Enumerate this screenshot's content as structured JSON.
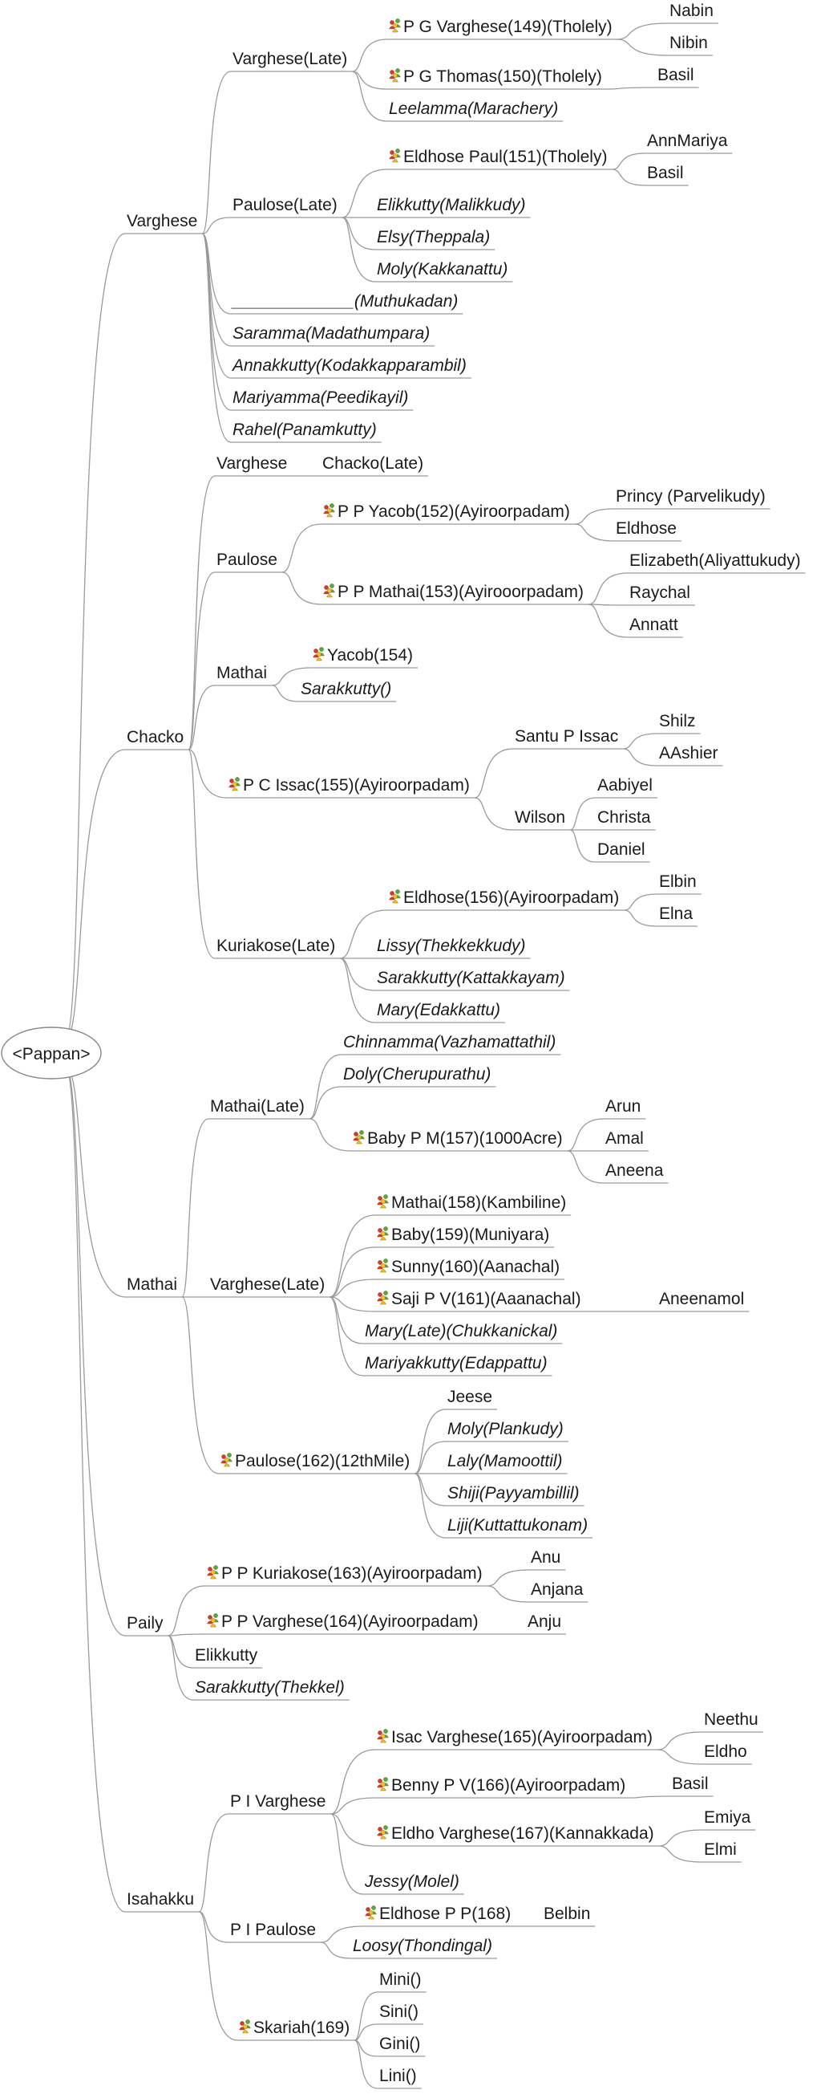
{
  "root": "<Pappan>",
  "colors": {
    "line": "#9a9a9a",
    "text": "#1a1a1a",
    "icon_red": "#d9382e",
    "icon_green": "#4caf3c",
    "icon_yellow": "#f2c21b"
  },
  "nodes": [
    {
      "id": "n_varghese",
      "parent": "root",
      "label": "Varghese"
    },
    {
      "id": "n_v_vargheselate",
      "parent": "n_varghese",
      "label": "Varghese(Late)"
    },
    {
      "id": "n_pgvarghese",
      "parent": "n_v_vargheselate",
      "label": "P G Varghese(149)(Tholely)",
      "icon": "family-icon"
    },
    {
      "id": "n_nabin",
      "parent": "n_pgvarghese",
      "label": "Nabin"
    },
    {
      "id": "n_nibin",
      "parent": "n_pgvarghese",
      "label": "Nibin"
    },
    {
      "id": "n_pgthomas",
      "parent": "n_v_vargheselate",
      "label": "P G Thomas(150)(Tholely)",
      "icon": "family-icon"
    },
    {
      "id": "n_basil1",
      "parent": "n_pgthomas",
      "label": "Basil"
    },
    {
      "id": "n_leelamma",
      "parent": "n_v_vargheselate",
      "label": "Leelamma(Marachery)",
      "italic": true
    },
    {
      "id": "n_v_pauloselate",
      "parent": "n_varghese",
      "label": "Paulose(Late)"
    },
    {
      "id": "n_eldhosepaul",
      "parent": "n_v_pauloselate",
      "label": "Eldhose Paul(151)(Tholely)",
      "icon": "family-icon"
    },
    {
      "id": "n_annmariya",
      "parent": "n_eldhosepaul",
      "label": "AnnMariya"
    },
    {
      "id": "n_basil2",
      "parent": "n_eldhosepaul",
      "label": "Basil"
    },
    {
      "id": "n_elikkutty1",
      "parent": "n_v_pauloselate",
      "label": "Elikkutty(Malikkudy)",
      "italic": true
    },
    {
      "id": "n_elsy",
      "parent": "n_v_pauloselate",
      "label": "Elsy(Theppala)",
      "italic": true
    },
    {
      "id": "n_moly1",
      "parent": "n_v_pauloselate",
      "label": "Moly(Kakkanattu)",
      "italic": true
    },
    {
      "id": "n_muthukadan",
      "parent": "n_varghese",
      "label": "_____________(Muthukadan)",
      "italic": true
    },
    {
      "id": "n_saramma",
      "parent": "n_varghese",
      "label": "Saramma(Madathumpara)",
      "italic": true
    },
    {
      "id": "n_annakkutty",
      "parent": "n_varghese",
      "label": "Annakkutty(Kodakkapparambil)",
      "italic": true
    },
    {
      "id": "n_mariyamma",
      "parent": "n_varghese",
      "label": "Mariyamma(Peedikayil)",
      "italic": true
    },
    {
      "id": "n_rahel",
      "parent": "n_varghese",
      "label": "Rahel(Panamkutty)",
      "italic": true
    },
    {
      "id": "n_chacko",
      "parent": "root",
      "label": "Chacko"
    },
    {
      "id": "n_c_varghese",
      "parent": "n_chacko",
      "label": "Varghese"
    },
    {
      "id": "n_chackolate",
      "parent": "n_c_varghese",
      "label": "Chacko(Late)"
    },
    {
      "id": "n_c_paulose",
      "parent": "n_chacko",
      "label": "Paulose"
    },
    {
      "id": "n_ppyacob",
      "parent": "n_c_paulose",
      "label": "P P Yacob(152)(Ayiroorpadam)",
      "icon": "family-icon"
    },
    {
      "id": "n_princy",
      "parent": "n_ppyacob",
      "label": "Princy (Parvelikudy)"
    },
    {
      "id": "n_eldhose1",
      "parent": "n_ppyacob",
      "label": "Eldhose"
    },
    {
      "id": "n_ppmathai",
      "parent": "n_c_paulose",
      "label": "P P Mathai(153)(Ayirooorpadam)",
      "icon": "family-icon"
    },
    {
      "id": "n_elizabeth",
      "parent": "n_ppmathai",
      "label": "Elizabeth(Aliyattukudy)"
    },
    {
      "id": "n_raychal",
      "parent": "n_ppmathai",
      "label": "Raychal"
    },
    {
      "id": "n_annatt",
      "parent": "n_ppmathai",
      "label": "Annatt"
    },
    {
      "id": "n_c_mathai",
      "parent": "n_chacko",
      "label": "Mathai"
    },
    {
      "id": "n_yacob154",
      "parent": "n_c_mathai",
      "label": "Yacob(154)",
      "icon": "family-icon"
    },
    {
      "id": "n_sarakkutty1",
      "parent": "n_c_mathai",
      "label": "Sarakkutty()",
      "italic": true
    },
    {
      "id": "n_pcissac",
      "parent": "n_chacko",
      "label": "P C Issac(155)(Ayiroorpadam)",
      "icon": "family-icon"
    },
    {
      "id": "n_santu",
      "parent": "n_pcissac",
      "label": "Santu P Issac"
    },
    {
      "id": "n_shilz",
      "parent": "n_santu",
      "label": "Shilz"
    },
    {
      "id": "n_aashier",
      "parent": "n_santu",
      "label": "AAshier"
    },
    {
      "id": "n_wilson",
      "parent": "n_pcissac",
      "label": "Wilson"
    },
    {
      "id": "n_aabiyel",
      "parent": "n_wilson",
      "label": "Aabiyel"
    },
    {
      "id": "n_christa",
      "parent": "n_wilson",
      "label": "Christa"
    },
    {
      "id": "n_daniel",
      "parent": "n_wilson",
      "label": "Daniel"
    },
    {
      "id": "n_c_kuriakose",
      "parent": "n_chacko",
      "label": "Kuriakose(Late)"
    },
    {
      "id": "n_eldhose156",
      "parent": "n_c_kuriakose",
      "label": "Eldhose(156)(Ayiroorpadam)",
      "icon": "family-icon"
    },
    {
      "id": "n_elbin",
      "parent": "n_eldhose156",
      "label": "Elbin"
    },
    {
      "id": "n_elna",
      "parent": "n_eldhose156",
      "label": "Elna"
    },
    {
      "id": "n_lissy",
      "parent": "n_c_kuriakose",
      "label": "Lissy(Thekkekkudy)",
      "italic": true
    },
    {
      "id": "n_sarakkutty2",
      "parent": "n_c_kuriakose",
      "label": "Sarakkutty(Kattakkayam)",
      "italic": true
    },
    {
      "id": "n_mary1",
      "parent": "n_c_kuriakose",
      "label": "Mary(Edakkattu)",
      "italic": true
    },
    {
      "id": "n_mathai",
      "parent": "root",
      "label": "Mathai"
    },
    {
      "id": "n_m_mathailate",
      "parent": "n_mathai",
      "label": "Mathai(Late)"
    },
    {
      "id": "n_chinnamma",
      "parent": "n_m_mathailate",
      "label": "Chinnamma(Vazhamattathil)",
      "italic": true
    },
    {
      "id": "n_doly",
      "parent": "n_m_mathailate",
      "label": "Doly(Cherupurathu)",
      "italic": true
    },
    {
      "id": "n_babypm",
      "parent": "n_m_mathailate",
      "label": "Baby P M(157)(1000Acre)",
      "icon": "family-icon"
    },
    {
      "id": "n_arun",
      "parent": "n_babypm",
      "label": "Arun"
    },
    {
      "id": "n_amal",
      "parent": "n_babypm",
      "label": "Amal"
    },
    {
      "id": "n_aneena",
      "parent": "n_babypm",
      "label": "Aneena"
    },
    {
      "id": "n_m_vargheselate",
      "parent": "n_mathai",
      "label": "Varghese(Late)"
    },
    {
      "id": "n_mathai158",
      "parent": "n_m_vargheselate",
      "label": "Mathai(158)(Kambiline)",
      "icon": "family-icon"
    },
    {
      "id": "n_baby159",
      "parent": "n_m_vargheselate",
      "label": "Baby(159)(Muniyara)",
      "icon": "family-icon"
    },
    {
      "id": "n_sunny160",
      "parent": "n_m_vargheselate",
      "label": "Sunny(160)(Aanachal)",
      "icon": "family-icon"
    },
    {
      "id": "n_sajipv",
      "parent": "n_m_vargheselate",
      "label": "Saji P V(161)(Aaanachal)",
      "icon": "family-icon"
    },
    {
      "id": "n_aneenamol",
      "parent": "n_sajipv",
      "label": "Aneenamol"
    },
    {
      "id": "n_marylate",
      "parent": "n_m_vargheselate",
      "label": "Mary(Late)(Chukkanickal)",
      "italic": true
    },
    {
      "id": "n_mariyakkutty",
      "parent": "n_m_vargheselate",
      "label": "Mariyakkutty(Edappattu)",
      "italic": true
    },
    {
      "id": "n_paulose162",
      "parent": "n_mathai",
      "label": "Paulose(162)(12thMile)",
      "icon": "family-icon"
    },
    {
      "id": "n_jeese",
      "parent": "n_paulose162",
      "label": "Jeese"
    },
    {
      "id": "n_moly2",
      "parent": "n_paulose162",
      "label": "Moly(Plankudy)",
      "italic": true
    },
    {
      "id": "n_laly",
      "parent": "n_paulose162",
      "label": "Laly(Mamoottil)",
      "italic": true
    },
    {
      "id": "n_shiji",
      "parent": "n_paulose162",
      "label": "Shiji(Payyambillil)",
      "italic": true
    },
    {
      "id": "n_liji",
      "parent": "n_paulose162",
      "label": "Liji(Kuttattukonam)",
      "italic": true
    },
    {
      "id": "n_paily",
      "parent": "root",
      "label": "Paily"
    },
    {
      "id": "n_ppkuriakose",
      "parent": "n_paily",
      "label": "P P Kuriakose(163)(Ayiroorpadam)",
      "icon": "family-icon"
    },
    {
      "id": "n_anu",
      "parent": "n_ppkuriakose",
      "label": "Anu"
    },
    {
      "id": "n_anjana",
      "parent": "n_ppkuriakose",
      "label": "Anjana"
    },
    {
      "id": "n_ppvarghese",
      "parent": "n_paily",
      "label": "P P Varghese(164)(Ayiroorpadam)",
      "icon": "family-icon"
    },
    {
      "id": "n_anju",
      "parent": "n_ppvarghese",
      "label": "Anju"
    },
    {
      "id": "n_elikkutty2",
      "parent": "n_paily",
      "label": "Elikkutty"
    },
    {
      "id": "n_sarakkutty3",
      "parent": "n_paily",
      "label": "Sarakkutty(Thekkel)",
      "italic": true
    },
    {
      "id": "n_isahakku",
      "parent": "root",
      "label": "Isahakku"
    },
    {
      "id": "n_pivarghese",
      "parent": "n_isahakku",
      "label": "P I Varghese"
    },
    {
      "id": "n_isacvarghese",
      "parent": "n_pivarghese",
      "label": "Isac Varghese(165)(Ayiroorpadam)",
      "icon": "family-icon"
    },
    {
      "id": "n_neethu",
      "parent": "n_isacvarghese",
      "label": "Neethu"
    },
    {
      "id": "n_eldho1",
      "parent": "n_isacvarghese",
      "label": "Eldho"
    },
    {
      "id": "n_bennypv",
      "parent": "n_pivarghese",
      "label": "Benny P V(166)(Ayiroorpadam)",
      "icon": "family-icon"
    },
    {
      "id": "n_basil3",
      "parent": "n_bennypv",
      "label": "Basil"
    },
    {
      "id": "n_eldhovarghese",
      "parent": "n_pivarghese",
      "label": "Eldho Varghese(167)(Kannakkada)",
      "icon": "family-icon"
    },
    {
      "id": "n_emiya",
      "parent": "n_eldhovarghese",
      "label": "Emiya"
    },
    {
      "id": "n_elmi",
      "parent": "n_eldhovarghese",
      "label": "Elmi"
    },
    {
      "id": "n_jessy",
      "parent": "n_pivarghese",
      "label": "Jessy(Molel)",
      "italic": true
    },
    {
      "id": "n_pipaulose",
      "parent": "n_isahakku",
      "label": "P I Paulose"
    },
    {
      "id": "n_eldhosepp",
      "parent": "n_pipaulose",
      "label": "Eldhose P P(168)",
      "icon": "family-icon"
    },
    {
      "id": "n_belbin",
      "parent": "n_eldhosepp",
      "label": "Belbin"
    },
    {
      "id": "n_loosy",
      "parent": "n_pipaulose",
      "label": "Loosy(Thondingal)",
      "italic": true
    },
    {
      "id": "n_skariah",
      "parent": "n_isahakku",
      "label": "Skariah(169)",
      "icon": "family-icon"
    },
    {
      "id": "n_mini",
      "parent": "n_skariah",
      "label": "Mini()"
    },
    {
      "id": "n_sini",
      "parent": "n_skariah",
      "label": "Sini()"
    },
    {
      "id": "n_gini",
      "parent": "n_skariah",
      "label": "Gini()"
    },
    {
      "id": "n_lini",
      "parent": "n_skariah",
      "label": "Lini()"
    }
  ]
}
